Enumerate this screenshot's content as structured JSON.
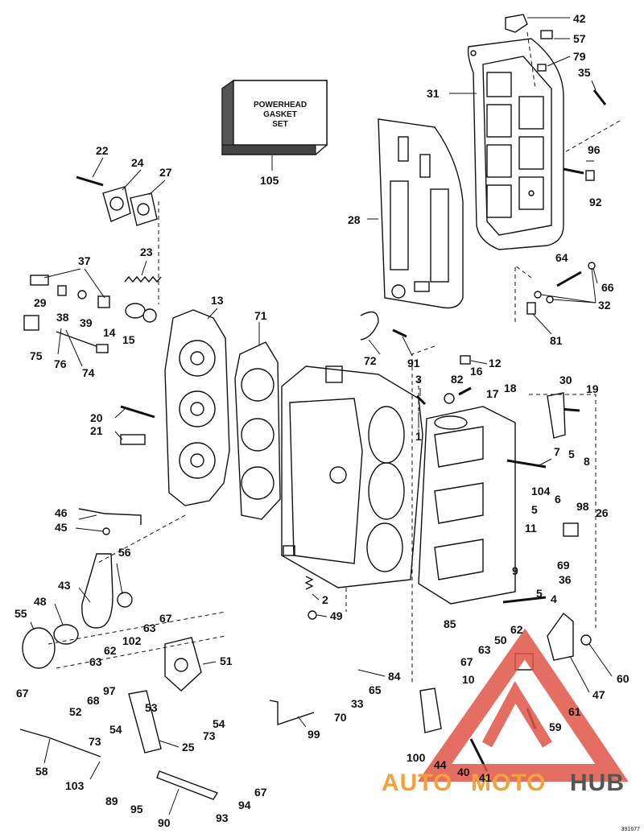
{
  "gasket_box": {
    "line1": "POWERHEAD",
    "line2": "GASKET",
    "line3": "SET"
  },
  "watermark": {
    "part1": "AUTO",
    "part2": "MOTO",
    "part3": "HUB",
    "color_primary": "#f2a23a",
    "color_secondary": "#555555",
    "color_triangle": "#e05548"
  },
  "corner_code": "391677",
  "callouts": {
    "c1": "1",
    "c2": "2",
    "c3": "3",
    "c4": "4",
    "c5a": "5",
    "c5b": "5",
    "c5c": "5",
    "c6": "6",
    "c7": "7",
    "c8": "8",
    "c9": "9",
    "c10": "10",
    "c11": "11",
    "c12": "12",
    "c13": "13",
    "c14": "14",
    "c15": "15",
    "c16": "16",
    "c17": "17",
    "c18": "18",
    "c19": "19",
    "c20": "20",
    "c21": "21",
    "c22": "22",
    "c23": "23",
    "c24": "24",
    "c25": "25",
    "c26": "26",
    "c27": "27",
    "c28": "28",
    "c29": "29",
    "c30": "30",
    "c31": "31",
    "c32": "32",
    "c33": "33",
    "c35": "35",
    "c36": "36",
    "c37": "37",
    "c38": "38",
    "c39": "39",
    "c40": "40",
    "c41": "41",
    "c42": "42",
    "c43": "43",
    "c44": "44",
    "c45": "45",
    "c46": "46",
    "c47": "47",
    "c48": "48",
    "c49": "49",
    "c50": "50",
    "c51": "51",
    "c52": "52",
    "c53": "53",
    "c54a": "54",
    "c54b": "54",
    "c55": "55",
    "c56": "56",
    "c57": "57",
    "c58": "58",
    "c59": "59",
    "c60": "60",
    "c61": "61",
    "c62a": "62",
    "c62b": "62",
    "c63a": "63",
    "c63b": "63",
    "c63c": "63",
    "c64": "64",
    "c65": "65",
    "c66": "66",
    "c67a": "67",
    "c67b": "67",
    "c67c": "67",
    "c67d": "67",
    "c68": "68",
    "c69": "69",
    "c70": "70",
    "c71": "71",
    "c72": "72",
    "c73a": "73",
    "c73b": "73",
    "c74": "74",
    "c75": "75",
    "c76": "76",
    "c79": "79",
    "c81": "81",
    "c82": "82",
    "c84": "84",
    "c85": "85",
    "c89": "89",
    "c90": "90",
    "c91": "91",
    "c92": "92",
    "c93": "93",
    "c94": "94",
    "c95": "95",
    "c96": "96",
    "c97": "97",
    "c98": "98",
    "c99": "99",
    "c100": "100",
    "c102": "102",
    "c103": "103",
    "c104": "104",
    "c105": "105"
  }
}
